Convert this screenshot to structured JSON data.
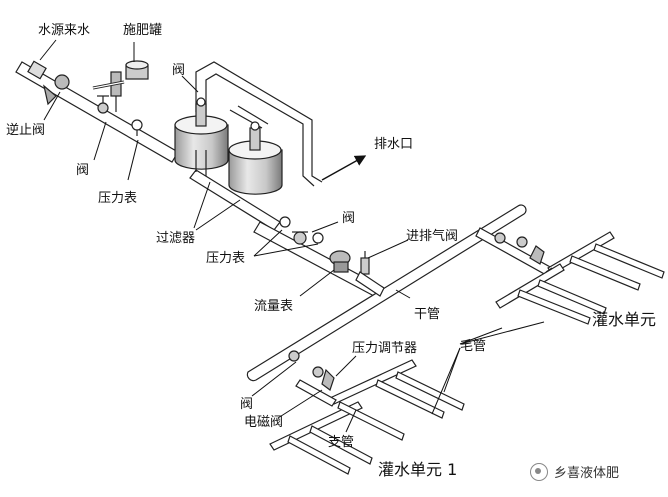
{
  "labels": {
    "water_source": "水源来水",
    "fertilizer_tank": "施肥罐",
    "valve_top": "阀",
    "check_valve": "逆止阀",
    "valve_left": "阀",
    "pressure_gauge_left": "压力表",
    "drain_outlet": "排水口",
    "filters": "过滤器",
    "valve_mid": "阀",
    "intake_exhaust_valve": "进排气阀",
    "pressure_gauge_mid": "压力表",
    "flow_meter": "流量表",
    "main_pipe": "干管",
    "irrigation_unit": "灌水单元",
    "lateral_pipe": "毛管",
    "pressure_regulator": "压力调节器",
    "valve_bottom": "阀",
    "solenoid_valve": "电磁阀",
    "branch_pipe": "支管",
    "irrigation_unit_1": "灌水单元 1"
  },
  "watermark": {
    "text": "乡喜液体肥",
    "icon": "wechat-icon"
  }
}
